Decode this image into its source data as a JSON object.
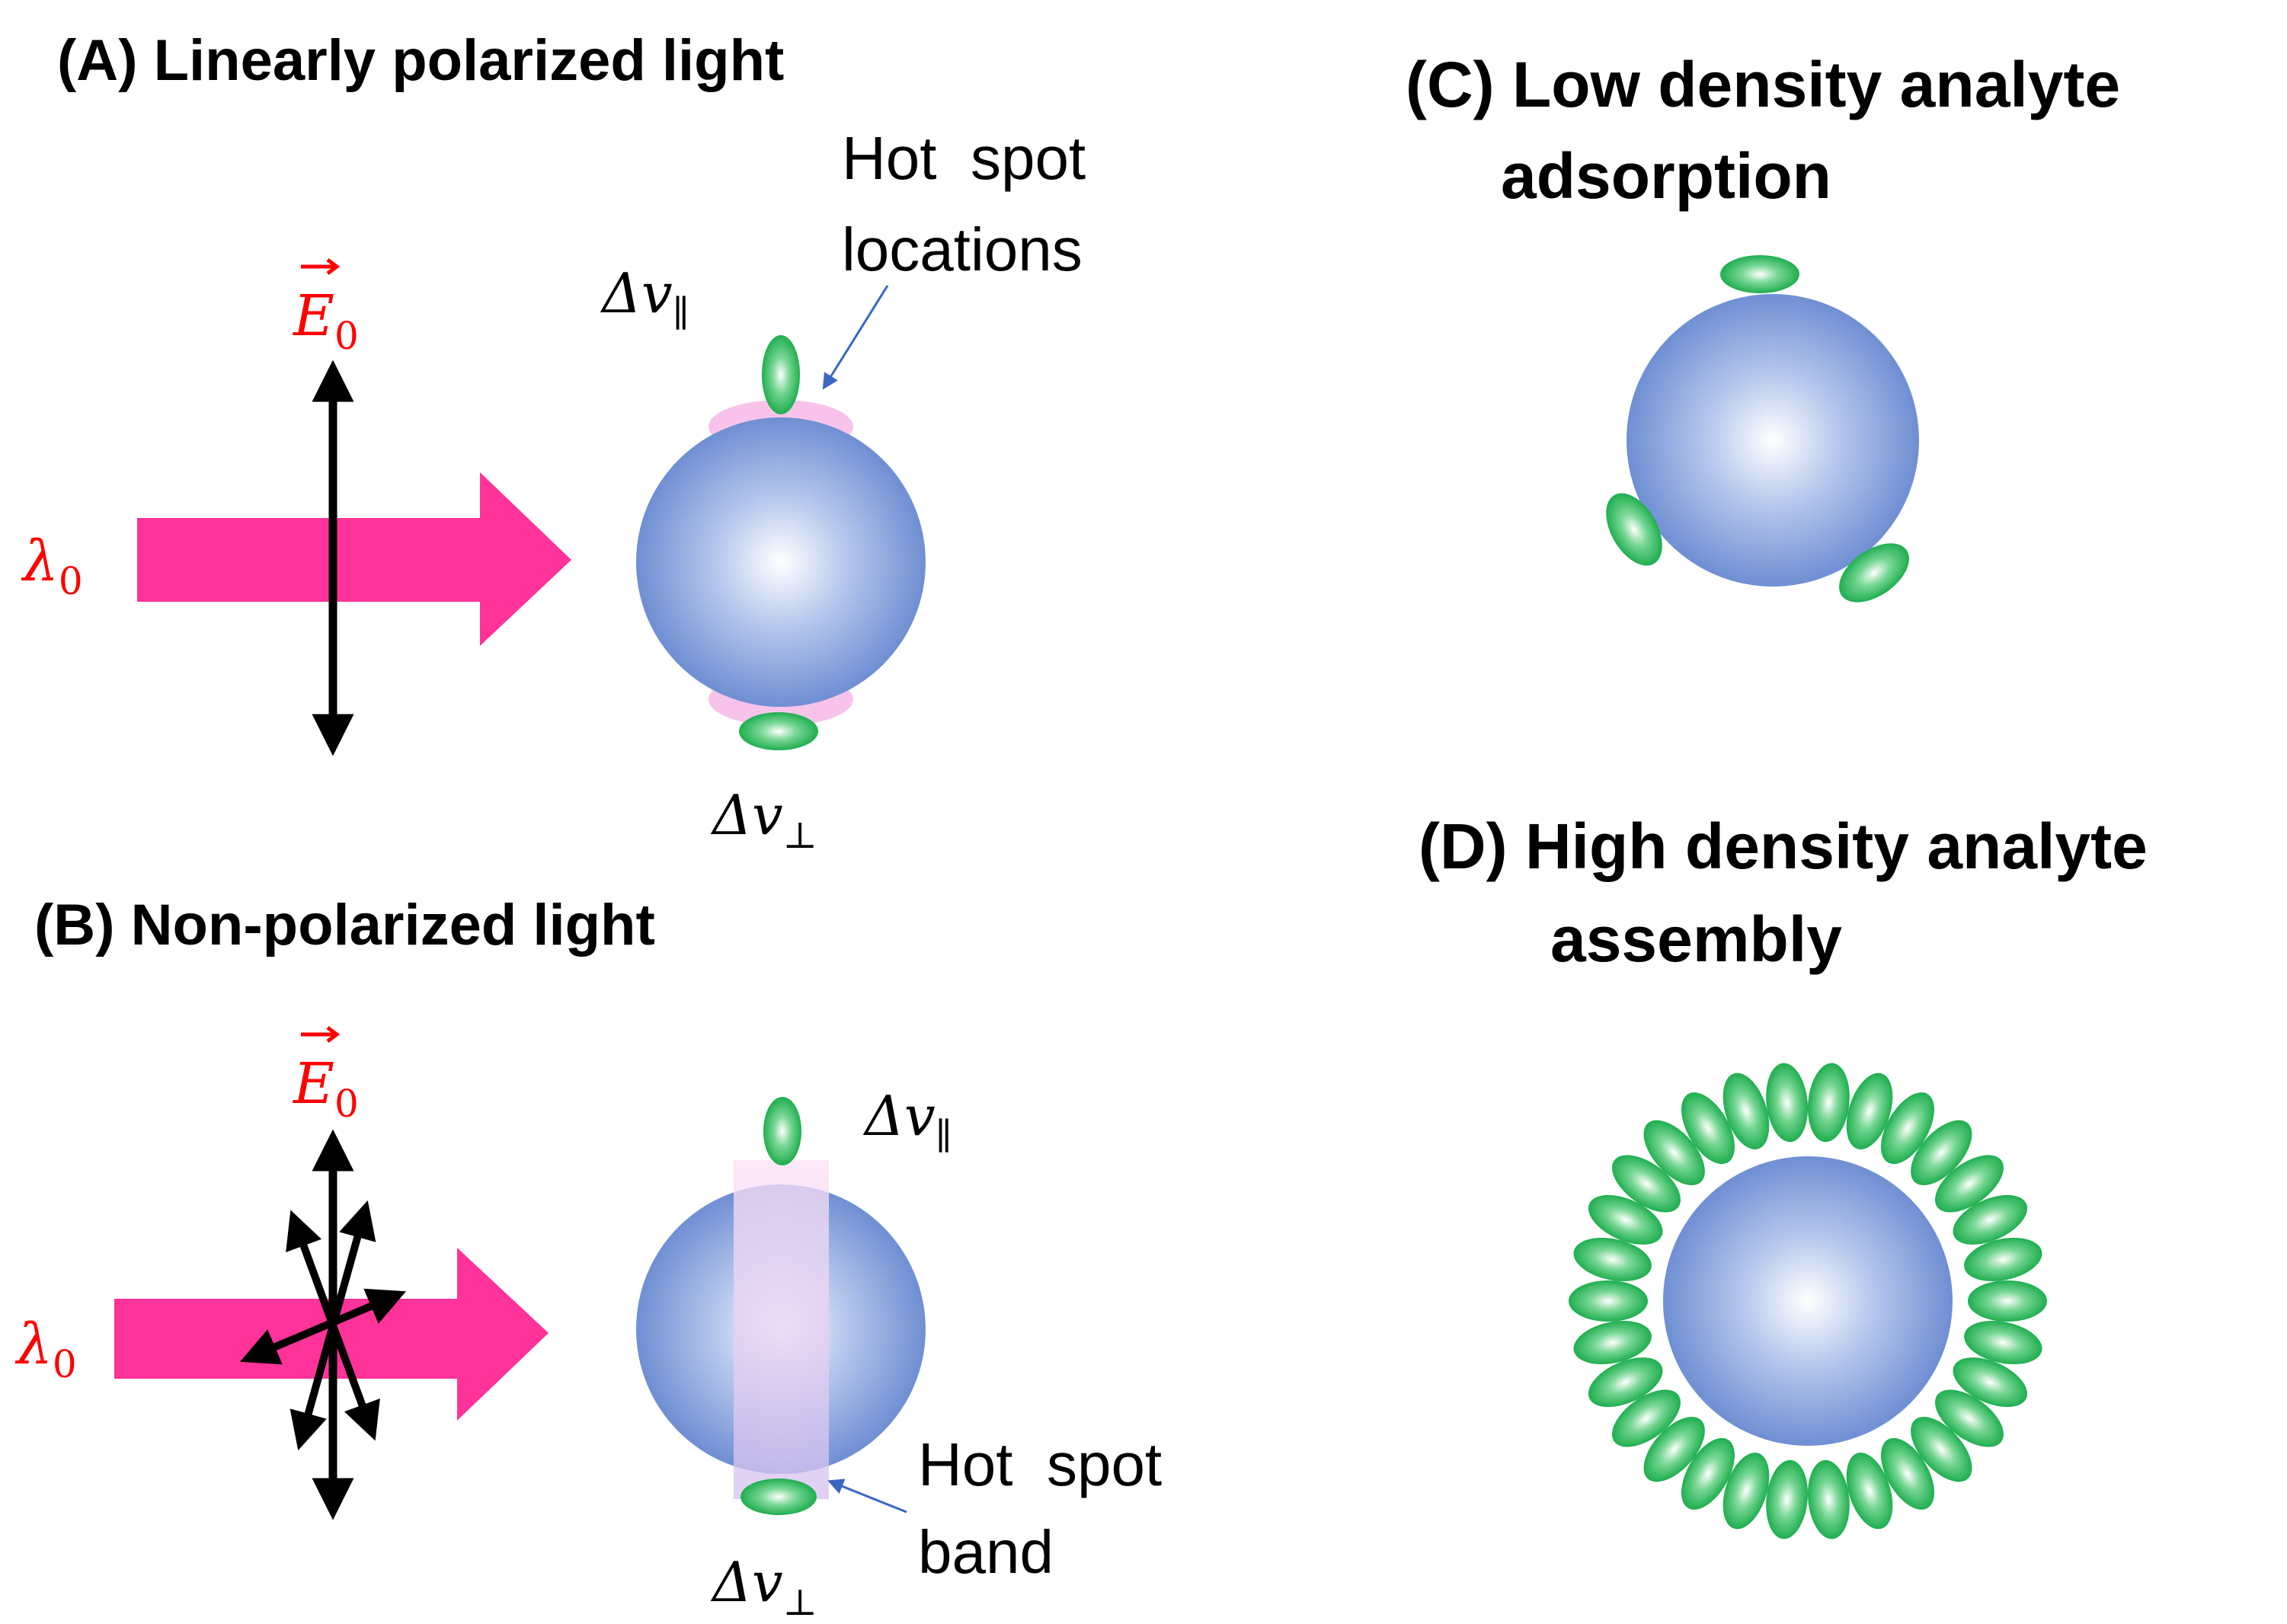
{
  "panels": {
    "a": {
      "title": "(A) Linearly polarized light",
      "field_symbol": "E",
      "field_subscript": "0",
      "wavelength_symbol": "λ",
      "wavelength_subscript": "0",
      "label_parallel": "Δv",
      "label_parallel_sub": "∥",
      "label_perp": "Δv",
      "label_perp_sub": "⊥",
      "callout_line1": "Hot  spot",
      "callout_line2": "locations"
    },
    "b": {
      "title": "(B) Non-polarized light",
      "field_symbol": "E",
      "field_subscript": "0",
      "wavelength_symbol": "λ",
      "wavelength_subscript": "0",
      "label_parallel": "Δv",
      "label_parallel_sub": "∥",
      "label_perp": "Δv",
      "label_perp_sub": "⊥",
      "callout_line1": "Hot  spot",
      "callout_line2": "band"
    },
    "c": {
      "title_line1": "(C) Low density analyte",
      "title_line2": "adsorption"
    },
    "d": {
      "title_line1": "(D) High density analyte",
      "title_line2": "assembly"
    }
  },
  "colors": {
    "symbol_red": "#ff0000",
    "arrow_magenta": "#ff3399",
    "sphere_blue": "#6f8fd3",
    "analyte_green": "#1fae4f",
    "callout_blue": "#3a66c4",
    "hotspot_pink": "#f7b8e8"
  }
}
